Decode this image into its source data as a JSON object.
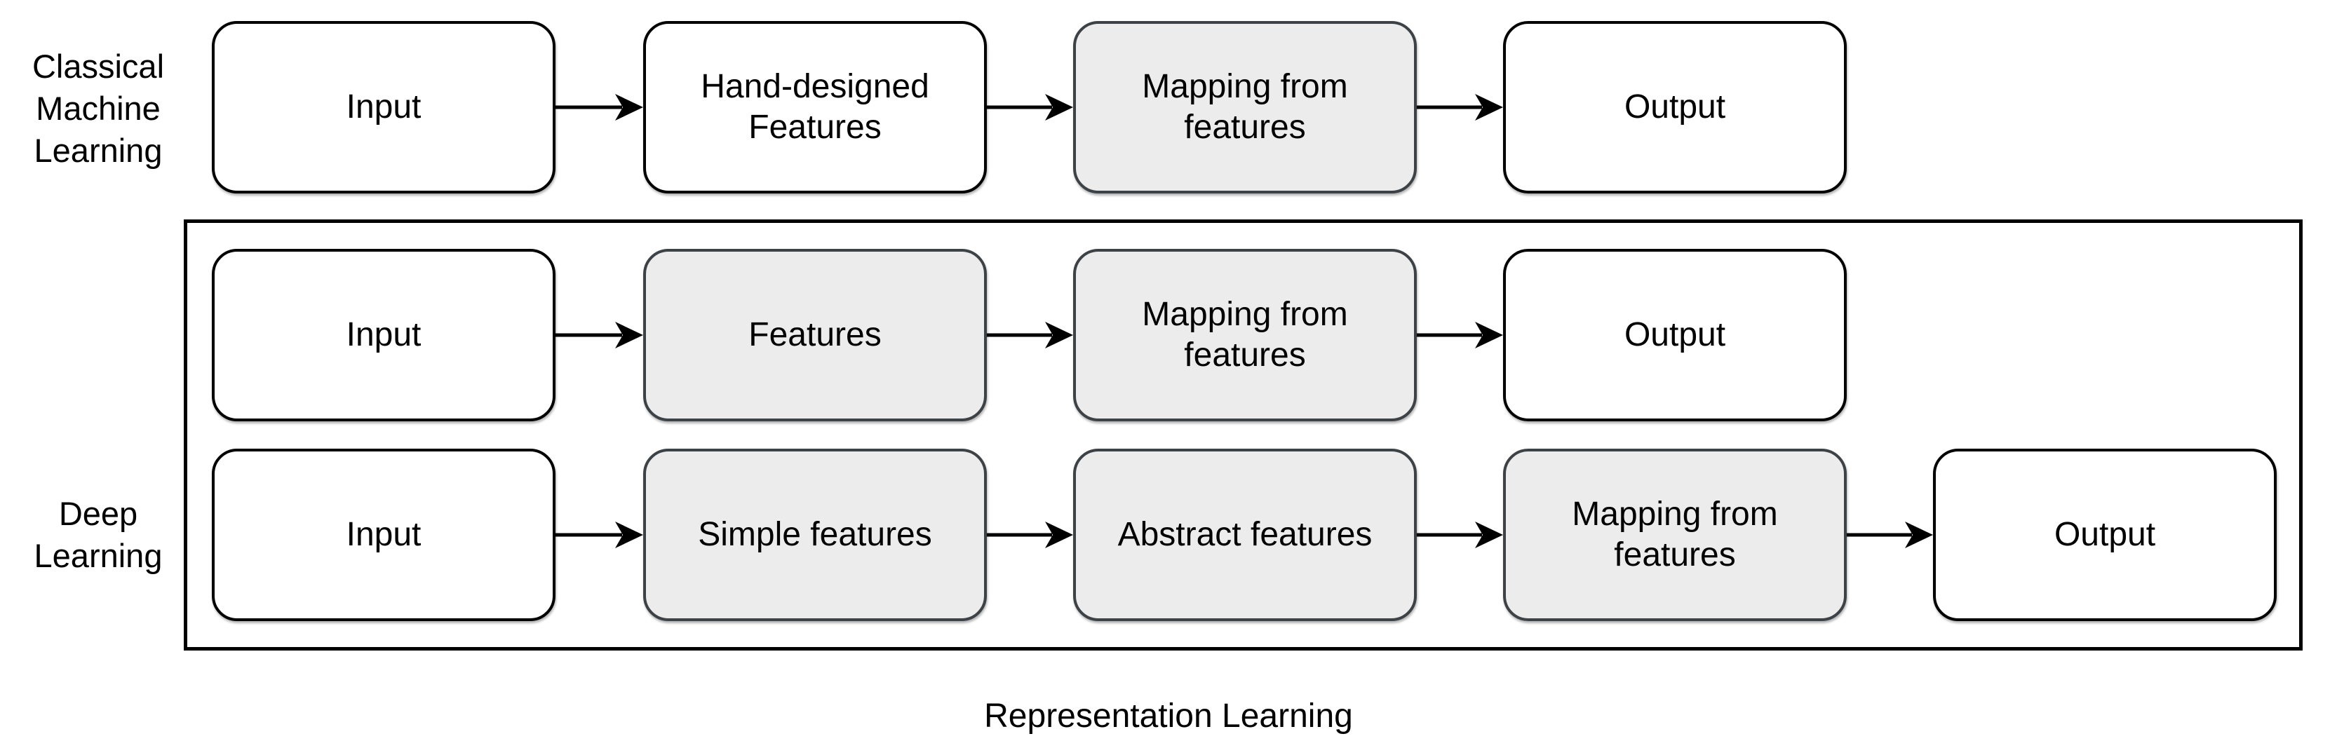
{
  "page": {
    "background": "#ffffff"
  },
  "colors": {
    "box_fill": "#ffffff",
    "box_fill_shaded": "#ececec",
    "box_border": "#000000",
    "box_border_shaded": "#3d4246",
    "container_border": "#000000",
    "arrow": "#000000",
    "text": "#000000"
  },
  "labels": {
    "classical_ml": "Classical\nMachine\nLearning",
    "deep_learning": "Deep\nLearning",
    "caption": "Representation Learning"
  },
  "rows": {
    "classical": {
      "boxes": [
        {
          "label": "Input",
          "shaded": false
        },
        {
          "label": "Hand-designed\nFeatures",
          "shaded": false
        },
        {
          "label": "Mapping from\nfeatures",
          "shaded": true
        },
        {
          "label": "Output",
          "shaded": false
        }
      ]
    },
    "representation": {
      "boxes": [
        {
          "label": "Input",
          "shaded": false
        },
        {
          "label": "Features",
          "shaded": true
        },
        {
          "label": "Mapping from\nfeatures",
          "shaded": true
        },
        {
          "label": "Output",
          "shaded": false
        }
      ]
    },
    "deep": {
      "boxes": [
        {
          "label": "Input",
          "shaded": false
        },
        {
          "label": "Simple features",
          "shaded": true
        },
        {
          "label": "Abstract features",
          "shaded": true
        },
        {
          "label": "Mapping from\nfeatures",
          "shaded": true
        },
        {
          "label": "Output",
          "shaded": false
        }
      ]
    }
  }
}
